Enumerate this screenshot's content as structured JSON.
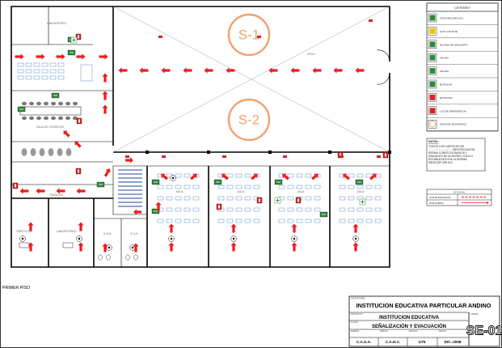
{
  "plan": {
    "floor_label": "PRIMER PISO",
    "zones": [
      "S-1",
      "S-2"
    ],
    "rooms": {
      "top_left": "LABORATORIO",
      "meeting": "SALA DE CONSEJOS",
      "patio": "PATIO",
      "corridor": "PASADIZO",
      "office1": "DIRECCION",
      "office2": "LABORATORIO",
      "wc1": "S.H.M.",
      "wc2": "S.H.H.",
      "aula1": "AULA",
      "aula2": "AULA",
      "aula3": "AULA",
      "aula4": "AULA"
    }
  },
  "legend": {
    "title": "LEYENDA",
    "items": [
      {
        "label": "ZONA SEGURA (S1)",
        "icon": "safe-zone-sign-icon"
      },
      {
        "label": "ALTO VOLTAJE",
        "icon": "high-voltage-icon"
      },
      {
        "label": "BAJADA DE ESCALERA",
        "icon": "stairs-down-icon"
      },
      {
        "label": "SALIDA",
        "icon": "exit-sign-icon"
      },
      {
        "label": "SALIDA",
        "icon": "exit-arrow-icon"
      },
      {
        "label": "BOTIQUIN",
        "icon": "first-aid-icon"
      },
      {
        "label": "EXTINTOR",
        "icon": "extinguisher-icon"
      },
      {
        "label": "LUZ DE EMERGENCIA",
        "icon": "emergency-light-icon"
      },
      {
        "label": "ZONA DE SEGURIDAD",
        "icon": "safety-zone-circle-icon"
      }
    ]
  },
  "note": {
    "heading": "NOTA:",
    "lines": [
      "TODOS LOS CARTELES DE",
      "IDENTIFICACION",
      "SERAN CONFECCIONADOS Y",
      "UBICADOS DE ACUERDO CON LO",
      "ESTABLECIDO EN LA NORMA",
      "INDECOPI 399.010"
    ]
  },
  "small_legend": {
    "title": "LEYENDA",
    "items": [
      "RUTA DE EVACUACION",
      "RUTA ALTERNA"
    ]
  },
  "title_block": {
    "owner_label": "PROPIETARIO:",
    "owner": "INSTITUCION EDUCATIVA PARTICULAR ANDINO",
    "project_label": "PROYECTO:",
    "project": "INSTITUCION EDUCATIVA",
    "drawing_label": "PLANO:",
    "drawing": "SEÑALIZACIÓN Y EVACUACIÓN",
    "designed_label": "DISEÑO:",
    "designed": "C.A.S.A.",
    "drawn_label": "DIBUJO:",
    "drawn": "C.A.H.C.",
    "scale_label": "ESCALA:",
    "scale": "1/75",
    "date_label": "FECHA:",
    "date": "DIC.-2008",
    "sheet_label": "LAMINA:",
    "sheet": "SE-01"
  },
  "colors": {
    "arrow": "#ee1c1c",
    "sign_green": "#2f8a3a",
    "zone_orange": "#f2a06b",
    "desk_blue": "#5b8fc4"
  }
}
